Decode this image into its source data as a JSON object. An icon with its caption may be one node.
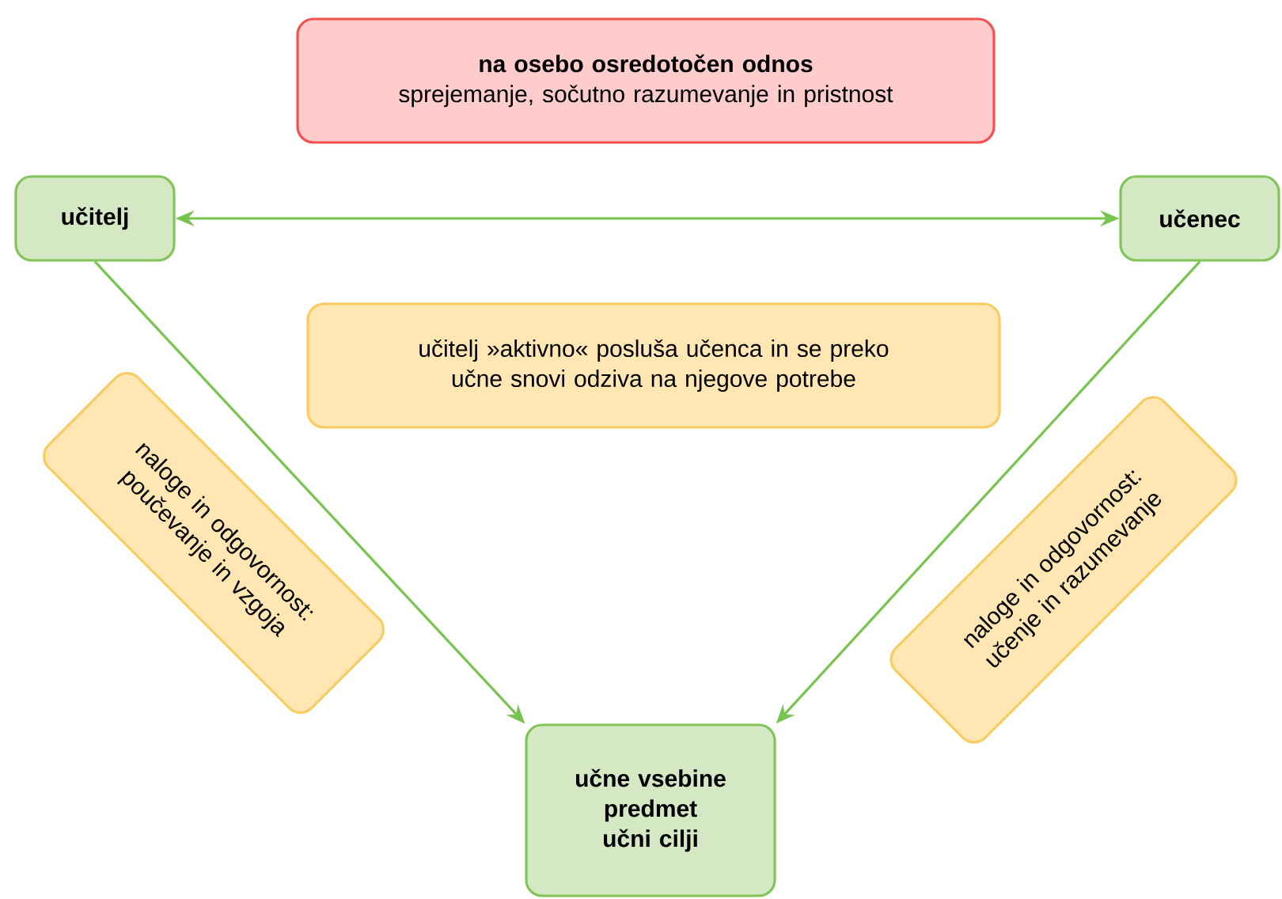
{
  "diagram": {
    "nodes": [
      {
        "text": [
          "na osebo osredotočen odnos",
          "sprejemanje, sočutno razumevanje in pristnost"
        ]
      },
      {
        "text": [
          "učitelj"
        ]
      },
      {
        "text": [
          "učenec"
        ]
      },
      {
        "text": [
          "učitelj »aktivno« posluša učenca in se preko učne snovi odziva na njegove potrebe"
        ]
      },
      {
        "text": [
          "naloge in odgovornost: poučevanje in vzgoja"
        ]
      },
      {
        "text": [
          "naloge in odgovornost: učenje in razumevanje"
        ]
      },
      {
        "text": [
          "učne vsebine",
          "predmet",
          "učni cilji"
        ]
      }
    ],
    "edges": [
      {
        "from": 1,
        "to": 2,
        "arrow": "both"
      },
      {
        "from": 1,
        "to": 6,
        "arrow": "to"
      },
      {
        "from": 2,
        "to": 6,
        "arrow": "to"
      }
    ]
  }
}
